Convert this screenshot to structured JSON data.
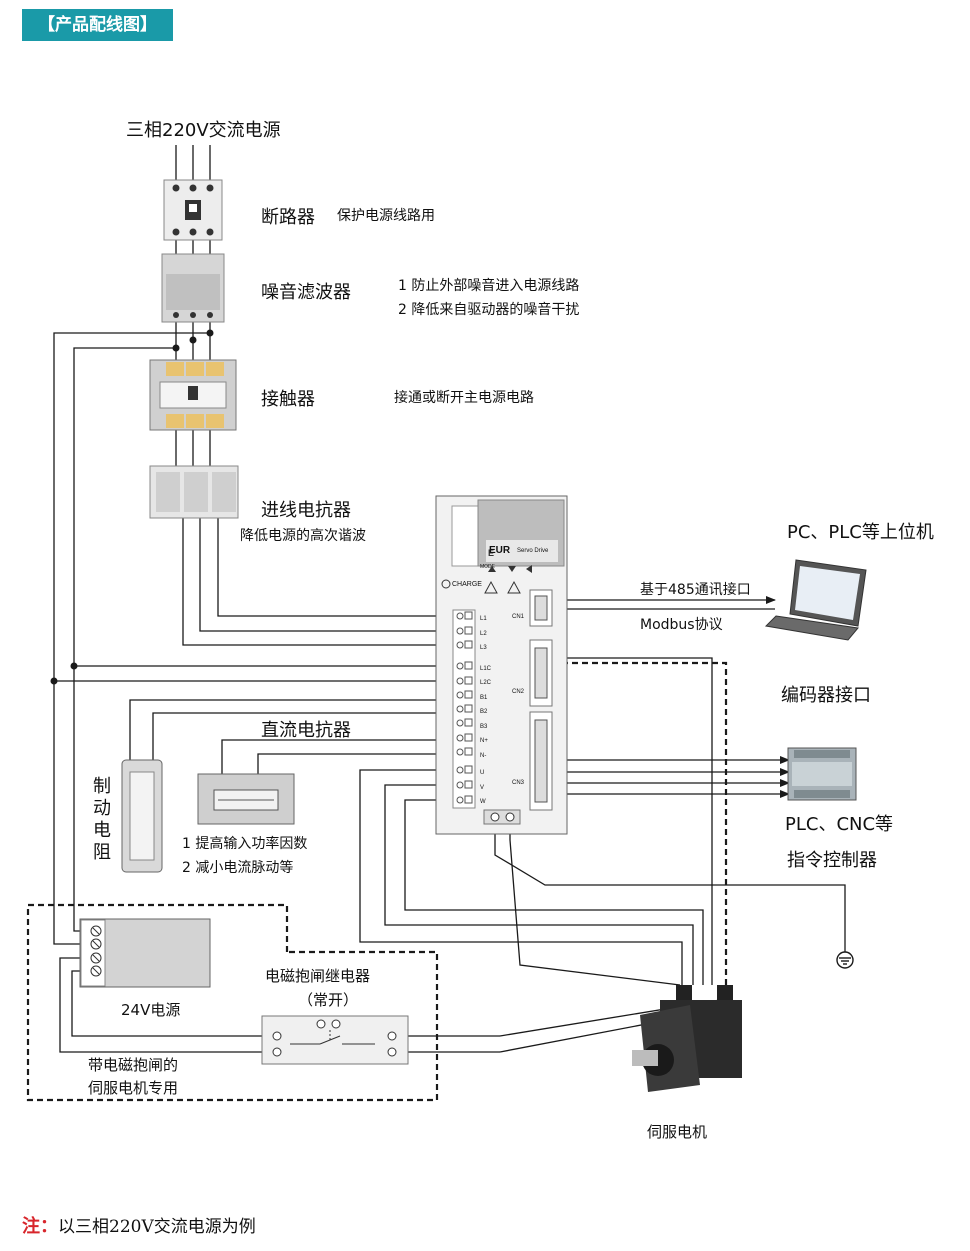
{
  "header": {
    "title": "【产品配线图】"
  },
  "power": {
    "label": "三相220V交流电源"
  },
  "breaker": {
    "name": "断路器",
    "desc": "保护电源线路用"
  },
  "noise_filter": {
    "name": "噪音滤波器",
    "desc_1": "1  防止外部噪音进入电源线路",
    "desc_2": "2  降低来自驱动器的噪音干扰"
  },
  "contactor": {
    "name": "接触器",
    "desc": "接通或断开主电源电路"
  },
  "input_reactor": {
    "name": "进线电抗器",
    "desc": "降低电源的高次谐波"
  },
  "drive": {
    "brand": "EUR",
    "subtitle": "Servo Drive",
    "mode_label": "MODE",
    "charge_label": "CHARGE",
    "terminals": [
      "L1",
      "L2",
      "L3",
      "L1C",
      "L2C",
      "B1",
      "B2",
      "B3",
      "N+",
      "N-",
      "U",
      "V",
      "W"
    ],
    "ports": [
      "CN1",
      "CN2",
      "CN3"
    ]
  },
  "pc": {
    "label": "PC、PLC等上位机",
    "comm": "基于485通讯接口",
    "protocol": "Modbus协议"
  },
  "encoder": {
    "label": "编码器接口"
  },
  "controller": {
    "label_1": "PLC、CNC等",
    "label_2": "指令控制器"
  },
  "brake_resistor": {
    "label": "制动电阻"
  },
  "dc_reactor": {
    "name": "直流电抗器",
    "desc_1": "1  提高输入功率因数",
    "desc_2": "2  减小电流脉动等"
  },
  "power_24v": {
    "label": "24V电源"
  },
  "brake_relay": {
    "label_1": "电磁抱闸继电器",
    "label_2": "（常开）"
  },
  "brake_motor_note": {
    "line_1": "带电磁抱闸的",
    "line_2": "伺服电机专用"
  },
  "servo_motor": {
    "label": "伺服电机"
  },
  "footnote": {
    "prefix": "注：",
    "text": "以三相220V交流电源为例"
  },
  "colors": {
    "header_bg": "#1a9aa8",
    "note_red": "#d8262c",
    "line": "#1a1a1a"
  }
}
